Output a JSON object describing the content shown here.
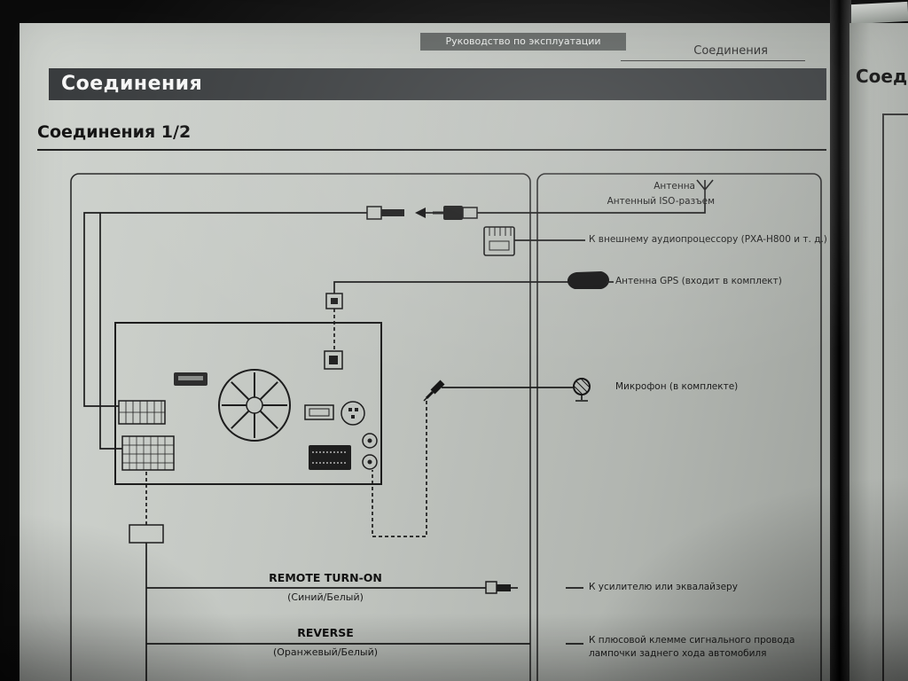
{
  "header": {
    "manual_label": "Руководство по эксплуатации",
    "section_label": "Соединения"
  },
  "title_bar": {
    "title": "Соединения"
  },
  "section": {
    "heading": "Соединения 1/2"
  },
  "next_page": {
    "heading": "Соединения"
  },
  "diagram": {
    "antenna_label": "Антенна",
    "antenna_iso_label": "Антенный ISO-разъем",
    "audio_processor_label": "К внешнему аудиопроцессору (PXA-H800 и т. д.)",
    "gps_label": "Антенна GPS (входит в комплект)",
    "microphone_label": "Микрофон (в комплекте)",
    "remote": {
      "name": "REMOTE TURN-ON",
      "wire_color": "(Синий/Белый)",
      "target": "К усилителю или эквалайзеру"
    },
    "reverse": {
      "name": "REVERSE",
      "wire_color": "(Оранжевый/Белый)",
      "target_line1": "К плюсовой клемме сигнального провода",
      "target_line2": "лампочки заднего хода автомобиля"
    }
  }
}
